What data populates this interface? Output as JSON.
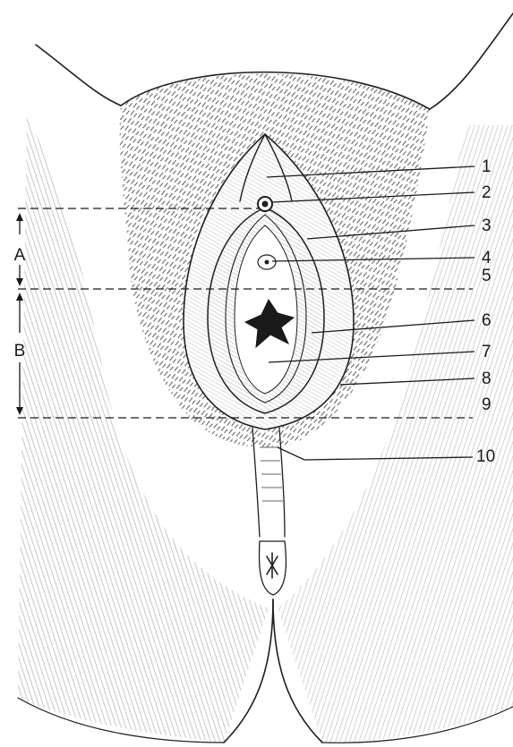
{
  "figure": {
    "labels": [
      "1",
      "2",
      "3",
      "4",
      "5",
      "6",
      "7",
      "8",
      "9",
      "10"
    ],
    "dimension_labels": {
      "a": "A",
      "b": "B"
    }
  },
  "colors": {
    "ink": "#1f1f1f",
    "background": "#ffffff"
  }
}
